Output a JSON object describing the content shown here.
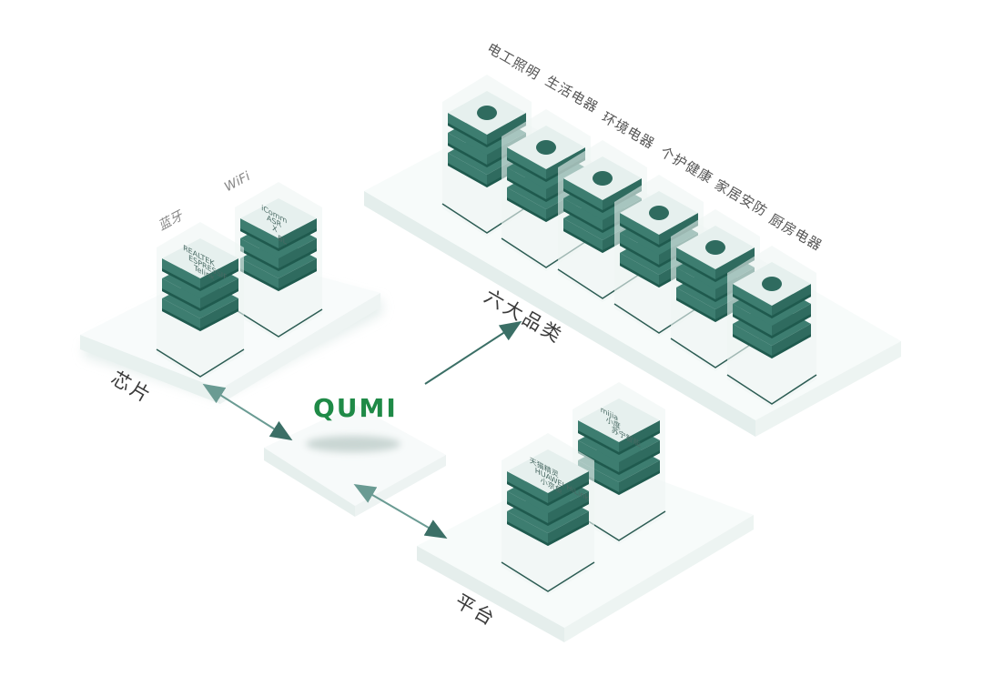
{
  "brand": {
    "name": "QUMI",
    "color": "#1f8a47"
  },
  "colors": {
    "block_top": "#e6f0ee",
    "block_side_left": "#3d7d70",
    "block_side_right": "#2f6b5f",
    "block_dark": "#1f5a4e",
    "platform_top": "#f7fbfa",
    "platform_side": "#e3eeec",
    "glass": "#eef5f3",
    "arrow": "#5b8f86",
    "text": "#555555"
  },
  "groups": {
    "chips": {
      "label": "芯片",
      "sublabels": [
        "蓝牙",
        "WiFi"
      ],
      "bluetooth_brands": [
        "REALTEK",
        "ESPRESSIF",
        "Telink"
      ],
      "wifi_brands": [
        "iComm",
        "ASR",
        "X",
        "BL"
      ]
    },
    "categories": {
      "label": "六大品类",
      "items": [
        {
          "label": "电工照明",
          "icon": "lightbulb-icon"
        },
        {
          "label": "生活电器",
          "icon": "appliance-icon"
        },
        {
          "label": "环境电器",
          "icon": "fan-icon"
        },
        {
          "label": "个护健康",
          "icon": "exercise-bike-icon"
        },
        {
          "label": "家居安防",
          "icon": "smart-lock-icon"
        },
        {
          "label": "厨房电器",
          "icon": "kitchen-appliance-icon"
        }
      ]
    },
    "platforms": {
      "label": "平台",
      "left_brands": [
        "天猫精灵",
        "HUAWEI HiLink",
        "小京鱼"
      ],
      "right_brands": [
        "mijia",
        "小度",
        "苏宁智能"
      ]
    }
  }
}
